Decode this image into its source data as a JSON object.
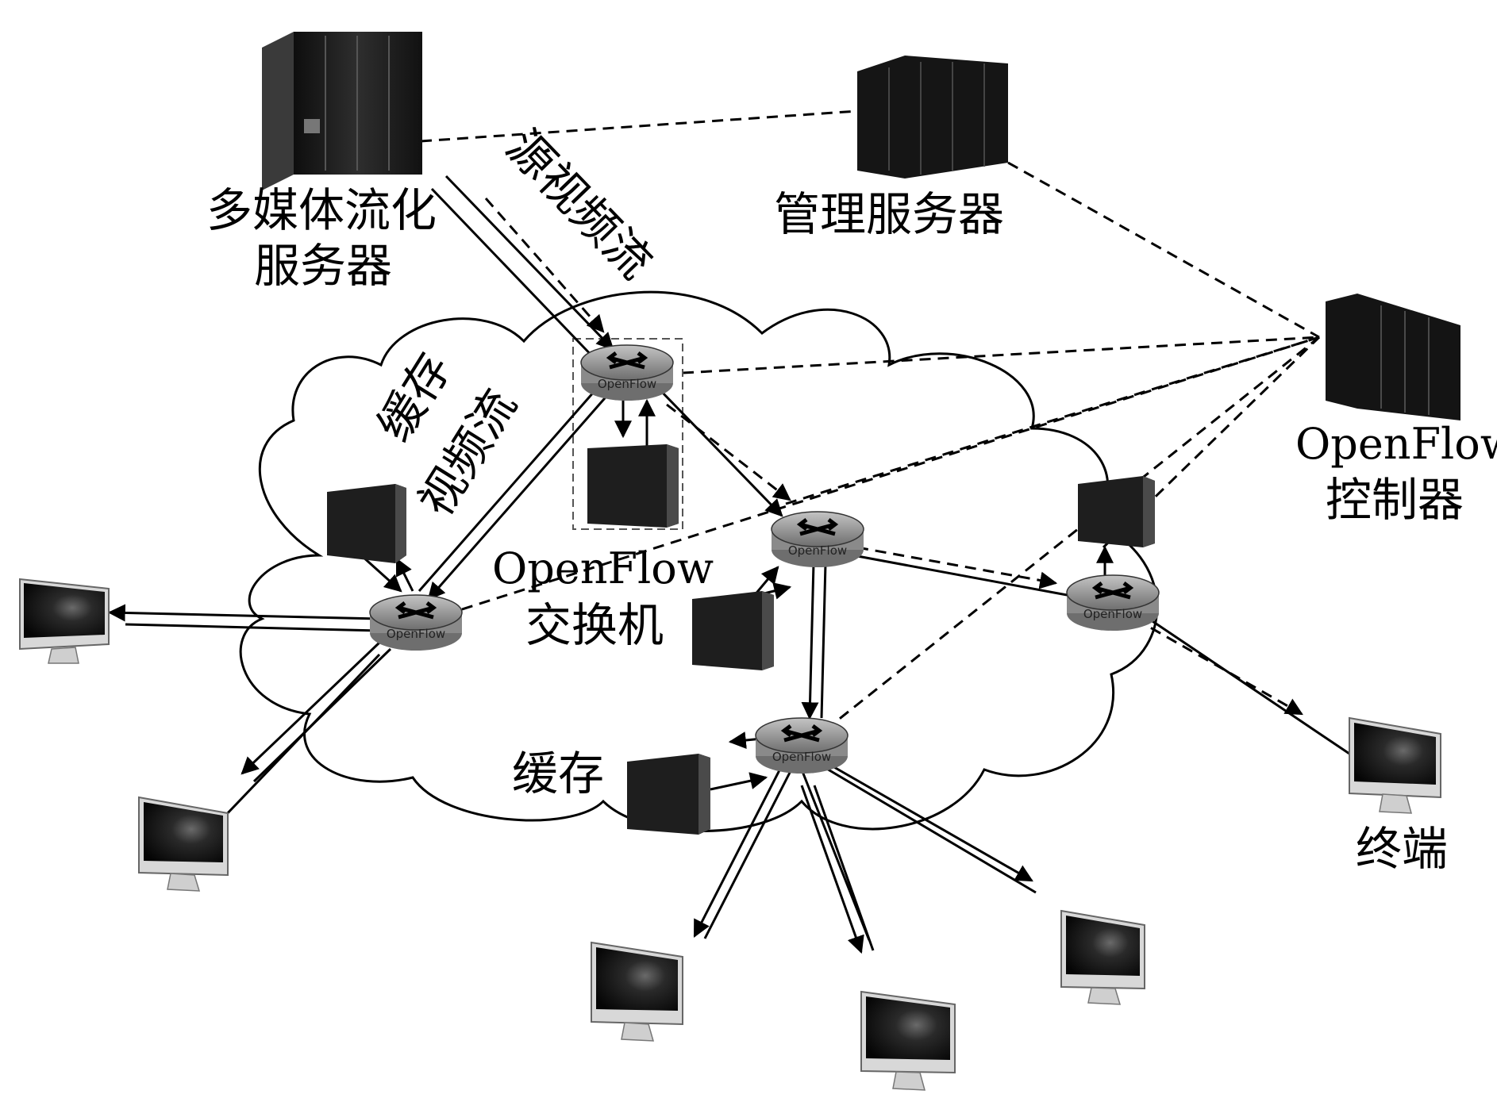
{
  "labels": {
    "multimedia_server_line1": "多媒体流化",
    "multimedia_server_line2": "服务器",
    "management_server": "管理服务器",
    "source_video_stream": "源视频流",
    "cache_video_stream_line1": "缓存",
    "cache_video_stream_line2": "视频流",
    "openflow_controller_line1": "OpenFlow",
    "openflow_controller_line2": "控制器",
    "openflow_switch_line1": "OpenFlow",
    "openflow_switch_line2": "交换机",
    "cache": "缓存",
    "terminal": "终端",
    "switch_badge": "OpenFlow"
  },
  "colors": {
    "line": "#000000",
    "server": "#1c1c1c",
    "switch_body": "#8a8a8a",
    "switch_top": "#b8b8b8",
    "screen": "#1a1a1a",
    "cloud_fill": "#ffffff"
  }
}
